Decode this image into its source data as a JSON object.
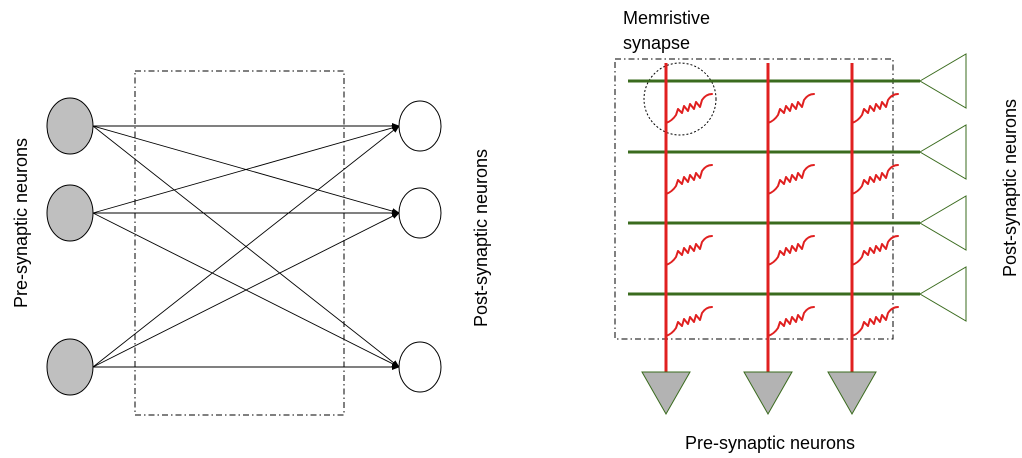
{
  "left_diagram": {
    "pre_label": "Pre-synaptic neurons",
    "post_label": "Post-synaptic neurons",
    "pre_neurons": 3,
    "post_neurons": 3,
    "pre_fill": "#bfbfbf",
    "post_fill": "#ffffff"
  },
  "right_diagram": {
    "memristive_label_line1": "Memristive",
    "memristive_label_line2": "synapse",
    "pre_label": "Pre-synaptic neurons",
    "post_label": "Post-synaptic neurons",
    "rows": 4,
    "columns": 3,
    "row_line_color": "#3a6b1e",
    "column_line_color": "#e02020",
    "memristor_color": "#e02020",
    "pre_neuron_fill": "#b3b3b3",
    "post_neuron_stroke": "#3a6b1e"
  }
}
